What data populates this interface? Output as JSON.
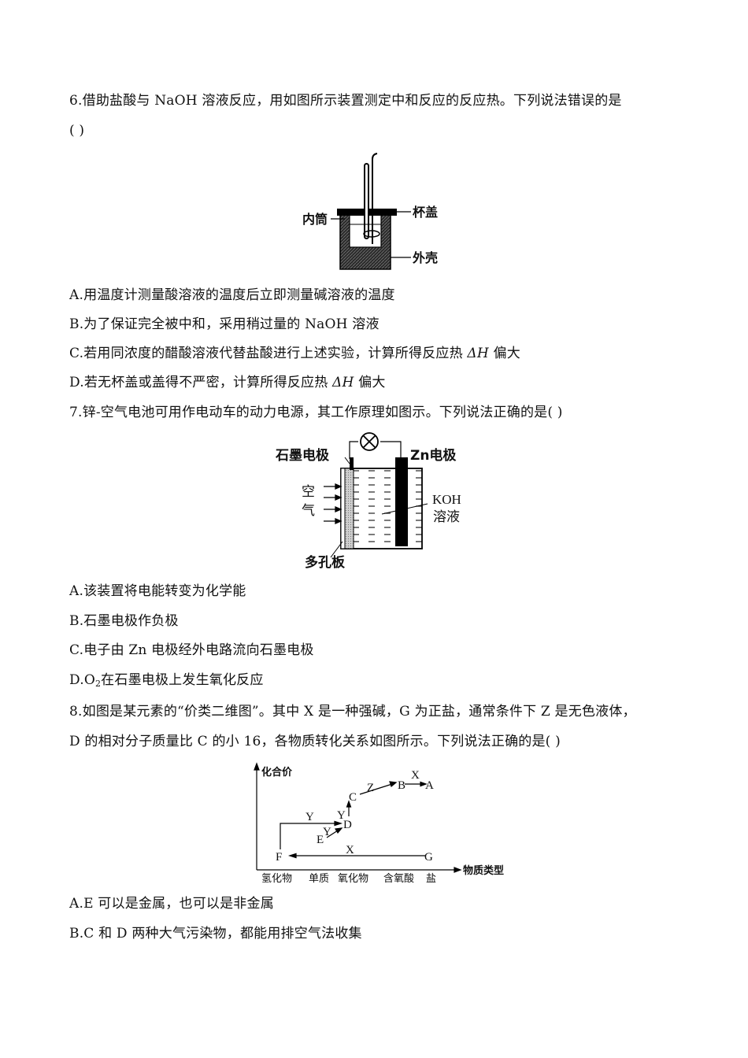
{
  "questions": [
    {
      "number": "6",
      "stem_line1": "6.借助盐酸与 NaOH 溶液反应，用如图所示装置测定中和反应的反应热。下列说法错误的是",
      "stem_line2": "(   )",
      "figure": {
        "name": "calorimeter-diagram",
        "labels": {
          "inner_cylinder": "内筒",
          "lid": "杯盖",
          "outer_shell": "外壳"
        }
      },
      "options": [
        {
          "label": "A",
          "text": "A.用温度计测量酸溶液的温度后立即测量碱溶液的温度"
        },
        {
          "label": "B",
          "text": "B.为了保证完全被中和，采用稍过量的 NaOH 溶液"
        },
        {
          "label": "C",
          "text_pre": "C.若用同浓度的醋酸溶液代替盐酸进行上述实验，计算所得反应热 ",
          "delta_h": "ΔH",
          "text_post": " 偏大"
        },
        {
          "label": "D",
          "text_pre": "D.若无杯盖或盖得不严密，计算所得反应热 ",
          "delta_h": "ΔH",
          "text_post": " 偏大"
        }
      ]
    },
    {
      "number": "7",
      "stem_line1": "7.锌-空气电池可用作电动车的动力电源，其工作原理如图示。下列说法正确的是(   )",
      "figure": {
        "name": "zinc-air-battery-diagram",
        "labels": {
          "graphite_electrode": "石墨电极",
          "zn_electrode": "Zn电极",
          "air_1": "空",
          "air_2": "气",
          "electrolyte_1": "KOH",
          "electrolyte_2": "溶液",
          "porous_plate": "多孔板"
        }
      },
      "options": [
        {
          "label": "A",
          "text": "A.该装置将电能转变为化学能"
        },
        {
          "label": "B",
          "text": "B.石墨电极作负极"
        },
        {
          "label": "C",
          "text": "C.电子由 Zn 电极经外电路流向石墨电极"
        },
        {
          "label": "D",
          "text_pre": "D.",
          "formula": "O",
          "subscript": "2",
          "text_post": "在石墨电极上发生氧化反应"
        }
      ]
    },
    {
      "number": "8",
      "stem_line1": "8.如图是某元素的“价类二维图”。其中 X 是一种强碱，G 为正盐，通常条件下 Z 是无色液体，",
      "stem_line2": "D 的相对分子质量比 C 的小 16，各物质转化关系如图所示。下列说法正确的是(   )",
      "figure": {
        "name": "valence-class-diagram",
        "y_axis_label": "化合价",
        "x_axis_label": "物质类型",
        "x_categories": [
          "氢化物",
          "单质",
          "氧化物",
          "含氧酸",
          "盐"
        ],
        "nodes": {
          "A": "A",
          "B": "B",
          "C": "C",
          "D": "D",
          "E": "E",
          "F": "F",
          "G": "G"
        },
        "edge_labels": {
          "B_to_A": "X",
          "C_to_B": "Z",
          "D_to_C": "Y",
          "F_to_D": "Y",
          "E_to_D": "Y",
          "G_to_F": "X"
        }
      },
      "options": [
        {
          "label": "A",
          "text": "A.E 可以是金属，也可以是非金属"
        },
        {
          "label": "B",
          "text": "B.C 和 D 两种大气污染物，都能用排空气法收集"
        }
      ]
    }
  ]
}
